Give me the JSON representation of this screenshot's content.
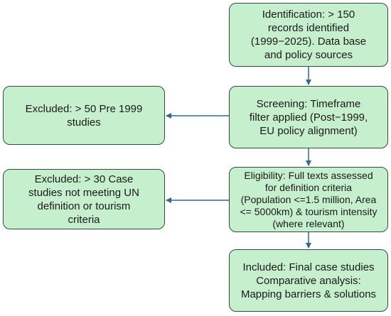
{
  "diagram": {
    "colors": {
      "box_fill": "#c6efce",
      "box_border": "#2f4f3a",
      "arrow": "#2e6a8e"
    },
    "identification": "Identification: > 150\nrecords identified\n(1999−2025). Data base\nand policy sources",
    "screening": "Screening: Timeframe\nfilter applied (Post−1999,\nEU policy alignment)",
    "eligibility": "Eligibility: Full texts assessed\nfor definition criteria\n(Population <=1.5 million, Area\n<= 5000km) & tourism intensity\n(where relevant)",
    "included": "Included: Final case studies\nComparative analysis:\nMapping barriers & solutions",
    "excluded_1": "Excluded: > 50 Pre 1999\nstudies",
    "excluded_2": "Excluded: > 30 Case\nstudies not meeting UN\ndefinition or tourism\ncriteria"
  }
}
